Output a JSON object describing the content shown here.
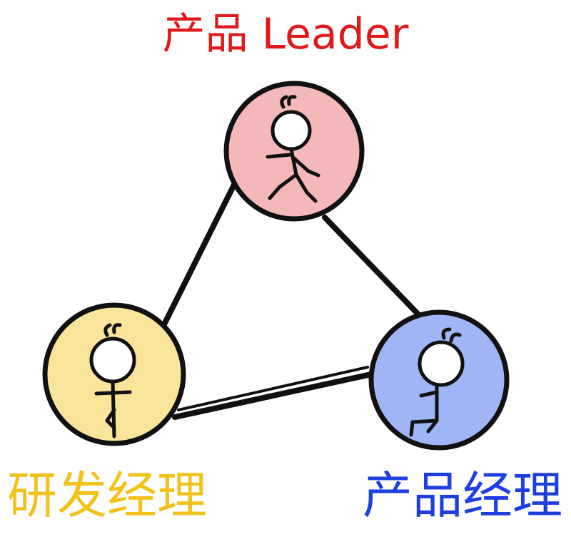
{
  "nodes": {
    "top": {
      "label": "产品 Leader",
      "fill": "#f5b8b8",
      "label_color": "#e01a1a"
    },
    "left": {
      "label": "研发经理",
      "fill": "#f9e59a",
      "label_color": "#f2c21b"
    },
    "right": {
      "label": "产品经理",
      "fill": "#9fb5f5",
      "label_color": "#1d3fe0"
    }
  },
  "edges": [
    [
      "top",
      "left"
    ],
    [
      "top",
      "right"
    ],
    [
      "left",
      "right"
    ]
  ]
}
